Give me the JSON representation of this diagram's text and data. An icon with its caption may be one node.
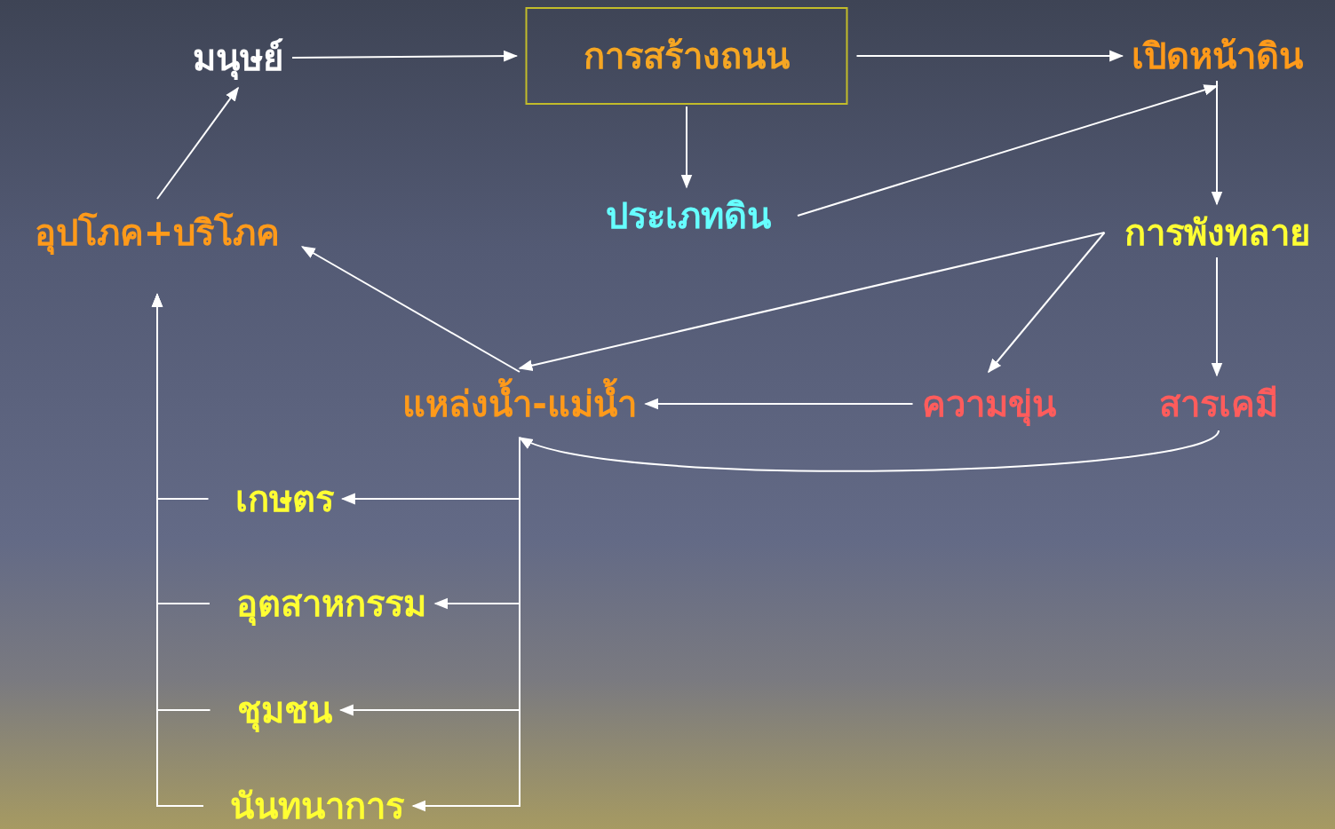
{
  "diagram": {
    "nodes": [
      {
        "text": [
          "มนุษย์"
        ]
      },
      {
        "text": [
          "การสร้างถนน"
        ]
      },
      {
        "text": [
          "เปิดหน้าดิน"
        ]
      },
      {
        "text": [
          "อุปโภค+บริโภค"
        ]
      },
      {
        "text": [
          "ประเภทดิน"
        ]
      },
      {
        "text": [
          "การพังทลาย"
        ]
      },
      {
        "text": [
          "แหล่งน้ำ-แม่น้ำ"
        ]
      },
      {
        "text": [
          "ความขุ่น"
        ]
      },
      {
        "text": [
          "สารเคมี"
        ]
      },
      {
        "text": [
          "เกษตร"
        ]
      },
      {
        "text": [
          "อุตสาหกรรม"
        ]
      },
      {
        "text": [
          "ชุมชน"
        ]
      },
      {
        "text": [
          "นันทนาการ"
        ]
      }
    ],
    "edges": [
      {
        "from": 0,
        "to": 1,
        "arrow": "to"
      },
      {
        "from": 1,
        "to": 2,
        "arrow": "to"
      },
      {
        "from": 1,
        "to": 4,
        "arrow": "to"
      },
      {
        "from": 4,
        "to": 2,
        "arrow": "to"
      },
      {
        "from": 2,
        "to": 5,
        "arrow": "to"
      },
      {
        "from": 5,
        "to": 6,
        "arrow": "to"
      },
      {
        "from": 5,
        "to": 7,
        "arrow": "to"
      },
      {
        "from": 5,
        "to": 8,
        "arrow": "to"
      },
      {
        "from": 7,
        "to": 6,
        "arrow": "to"
      },
      {
        "from": 8,
        "to": 6,
        "arrow": "to"
      },
      {
        "from": 6,
        "to": 9,
        "arrow": "to"
      },
      {
        "from": 6,
        "to": 10,
        "arrow": "to"
      },
      {
        "from": 6,
        "to": 11,
        "arrow": "to"
      },
      {
        "from": 6,
        "to": 12,
        "arrow": "to"
      },
      {
        "from": 9,
        "to": 3,
        "arrow": "to"
      },
      {
        "from": 10,
        "to": 3,
        "arrow": "to"
      },
      {
        "from": 11,
        "to": 3,
        "arrow": "to"
      },
      {
        "from": 12,
        "to": 3,
        "arrow": "to"
      },
      {
        "from": 6,
        "to": 3,
        "arrow": "to"
      },
      {
        "from": 3,
        "to": 0,
        "arrow": "to"
      }
    ]
  }
}
